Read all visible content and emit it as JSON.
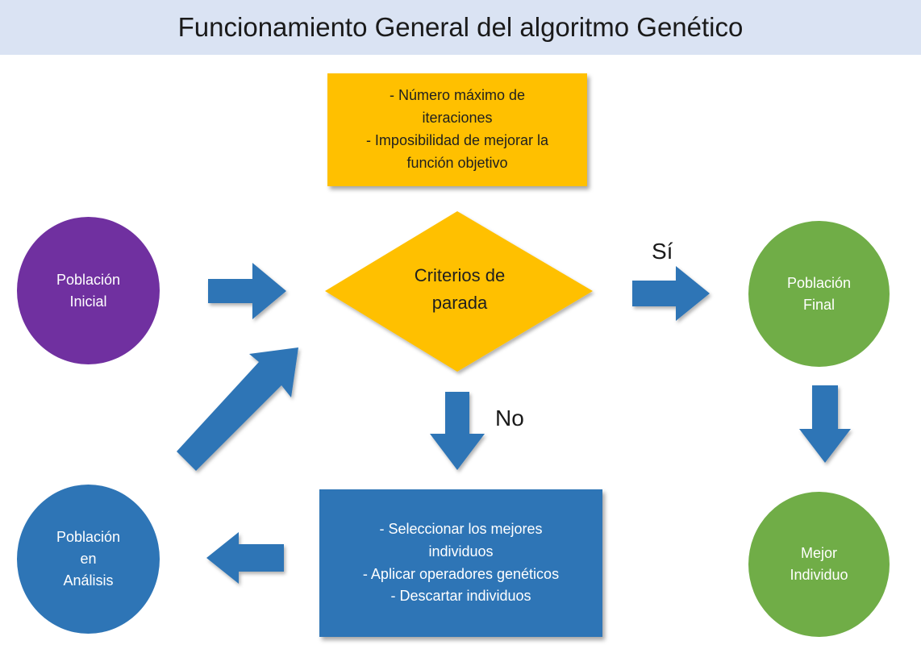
{
  "title": "Funcionamiento General del algoritmo Genético",
  "nodes": {
    "initial_population": {
      "label": "Población\nInicial",
      "color": "#7030a0"
    },
    "stop_criteria_box": {
      "text": "- Número máximo de\niteraciones\n- Imposibilidad de mejorar la\nfunción objetivo",
      "color": "#ffc000"
    },
    "decision": {
      "label": "Criterios de\nparada",
      "color": "#ffc000"
    },
    "final_population": {
      "label": "Población\nFinal",
      "color": "#70ad47"
    },
    "best_individual": {
      "label": "Mejor\nIndividuo",
      "color": "#70ad47"
    },
    "population_in_analysis": {
      "label": "Población\nen\nAnálisis",
      "color": "#2e75b6"
    },
    "operations_box": {
      "items": [
        "-   Seleccionar los mejores\nindividuos",
        "-   Aplicar operadores genéticos",
        "-   Descartar individuos"
      ],
      "color": "#2e75b6"
    }
  },
  "edge_labels": {
    "yes": "Sí",
    "no": "No"
  },
  "arrow_color": "#2e75b6"
}
